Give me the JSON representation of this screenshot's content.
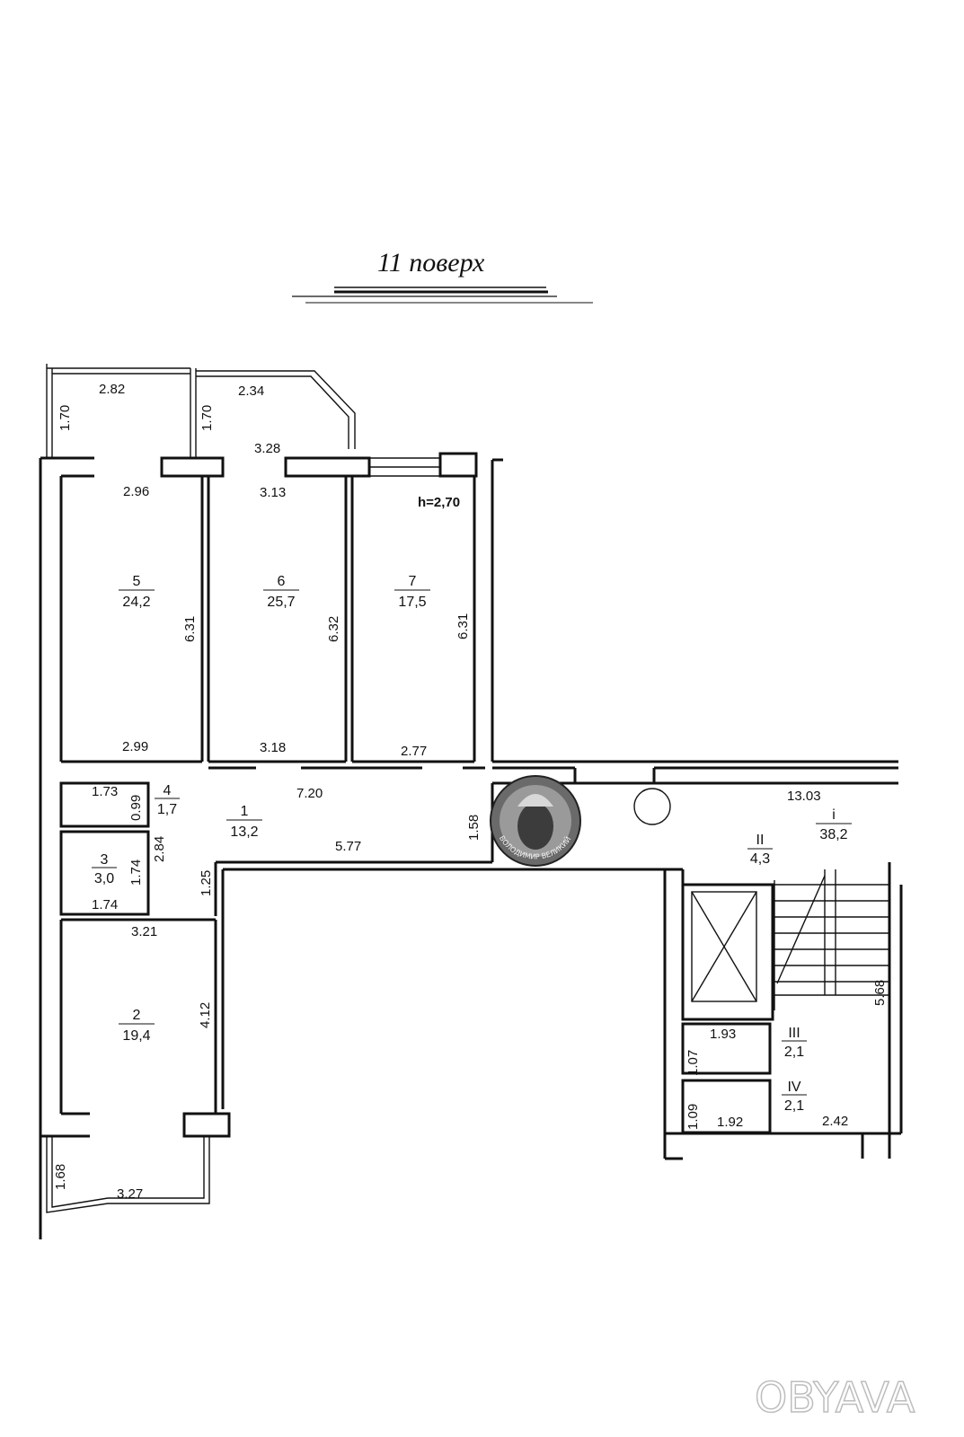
{
  "title": "11 поверх",
  "ceiling_height": "h=2,70",
  "rooms": [
    {
      "id": "room-1",
      "number": "1",
      "area": "13,2"
    },
    {
      "id": "room-2",
      "number": "2",
      "area": "19,4"
    },
    {
      "id": "room-3",
      "number": "3",
      "area": "3,0"
    },
    {
      "id": "room-4",
      "number": "4",
      "area": "1,7"
    },
    {
      "id": "room-5",
      "number": "5",
      "area": "24,2"
    },
    {
      "id": "room-6",
      "number": "6",
      "area": "25,7"
    },
    {
      "id": "room-7",
      "number": "7",
      "area": "17,5"
    },
    {
      "id": "room-i",
      "number": "i",
      "area": "38,2"
    },
    {
      "id": "room-ii",
      "number": "II",
      "area": "4,3"
    },
    {
      "id": "room-iii",
      "number": "III",
      "area": "2,1"
    },
    {
      "id": "room-iv",
      "number": "IV",
      "area": "2,1"
    }
  ],
  "dimensions": [
    "2.82",
    "1.70",
    "2.34",
    "1.70",
    "3.28",
    "2.96",
    "3.13",
    "6.31",
    "6.32",
    "6.31",
    "2.99",
    "3.18",
    "2.77",
    "1.73",
    "0.99",
    "7.20",
    "13.03",
    "1.58",
    "2.84",
    "1.74",
    "5.77",
    "1.74",
    "1.25",
    "3.21",
    "4.12",
    "1.93",
    "1.07",
    "1.09",
    "1.92",
    "2.42",
    "5.68",
    "1.68",
    "3.27"
  ],
  "coin_inscription": "ВОЛОДИМИР ВЕЛИКИЙ",
  "watermark": "OBYAVA"
}
